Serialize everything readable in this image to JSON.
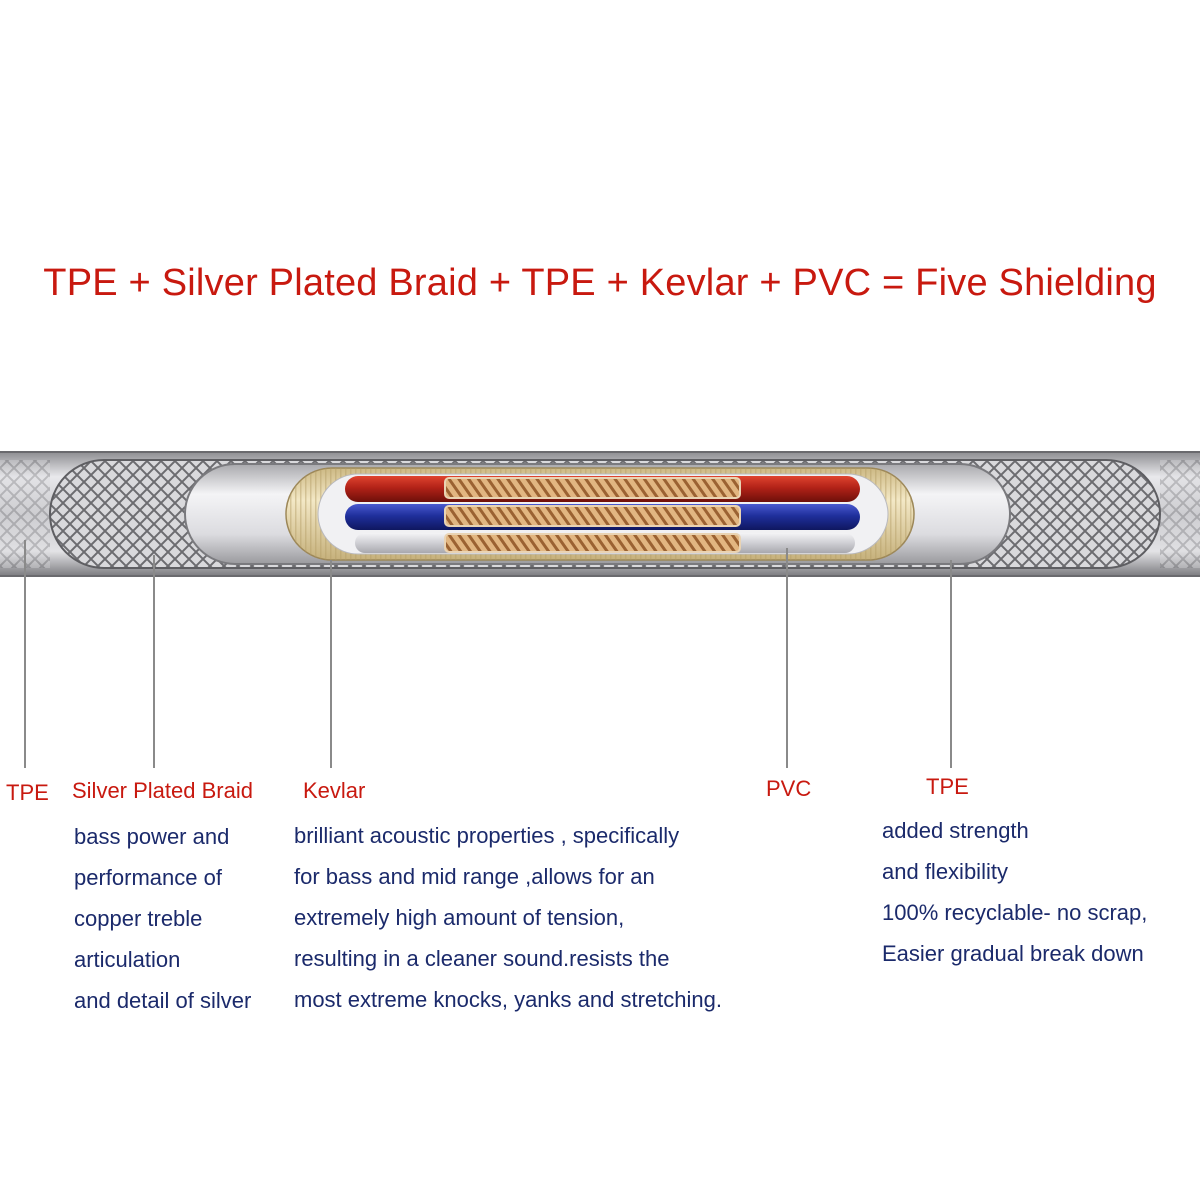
{
  "headline": "TPE + Silver Plated Braid + TPE + Kevlar + PVC = Five Shielding",
  "colors": {
    "headline": "#c8190f",
    "label": "#c8190f",
    "description": "#1b2a6b",
    "leader": "#8a8a8a",
    "red_wire": "#b22218",
    "blue_wire": "#1f2f9c",
    "clear_wire": "#d8d8dc",
    "copper": "#c9935a",
    "kevlar_wrap": "#e6d7aa",
    "pvc_jacket": "#d4d4d8",
    "braid": "#9c9ca0",
    "outer_tpe": "#b8b8bc"
  },
  "labels": {
    "tpe_outer": "TPE",
    "silver_braid": "Silver Plated Braid",
    "kevlar": "Kevlar",
    "pvc": "PVC",
    "tpe_inner": "TPE"
  },
  "descriptions": {
    "silver_braid": [
      "bass power and",
      "performance of",
      "copper treble",
      "articulation",
      "and detail of silver"
    ],
    "kevlar": [
      "brilliant acoustic properties , specifically",
      "for bass and mid range ,allows for an",
      "extremely high amount of tension,",
      "resulting in a cleaner sound.resists the",
      "most extreme knocks, yanks and stretching."
    ],
    "tpe_inner": [
      "added strength",
      "and flexibility",
      "100% recyclable- no scrap,",
      "Easier gradual break down"
    ]
  }
}
